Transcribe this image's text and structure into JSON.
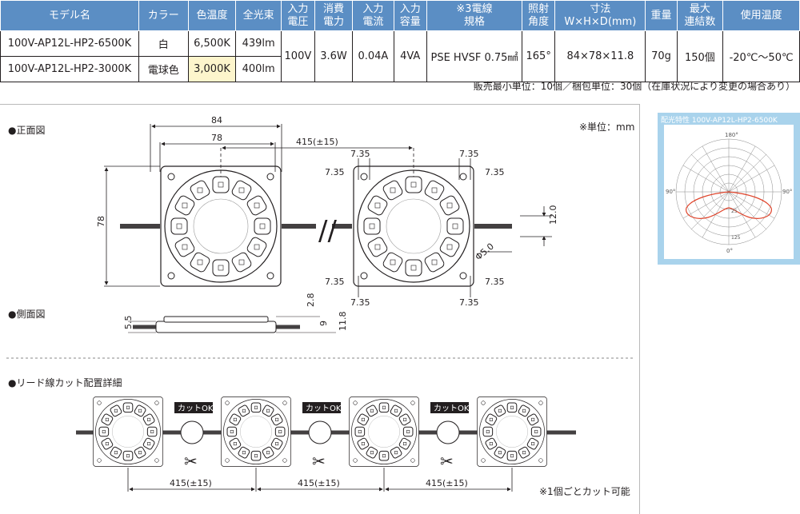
{
  "table": {
    "headers": [
      "モデル名",
      "カラー",
      "色温度",
      "全光束",
      "入力電圧",
      "消費電力",
      "入力電流",
      "入力容量",
      "※3電線規格",
      "照射角度",
      "寸法W×H×D(mm)",
      "重量",
      "最大連結数",
      "使用温度"
    ],
    "headers_split": {
      "voltage": [
        "入力",
        "電圧"
      ],
      "power": [
        "消費",
        "電力"
      ],
      "current": [
        "入力",
        "電流"
      ],
      "capacity": [
        "入力",
        "容量"
      ],
      "wire": [
        "※3電線",
        "規格"
      ],
      "angle": [
        "照射",
        "角度"
      ],
      "size": [
        "寸法",
        "W×H×D(mm)"
      ],
      "max": [
        "最大",
        "連結数"
      ]
    },
    "rows": [
      {
        "model": "100V-AP12L-HP2-6500K",
        "color": "白",
        "temp": "6,500K",
        "lumen": "439lm"
      },
      {
        "model": "100V-AP12L-HP2-3000K",
        "color": "電球色",
        "temp": "3,000K",
        "lumen": "400lm"
      }
    ],
    "shared": {
      "voltage": "100V",
      "power": "3.6W",
      "current": "0.04A",
      "capacity": "4VA",
      "wire": "PSE HVSF 0.75㎟",
      "angle": "165°",
      "size": "84×78×11.8",
      "weight": "70g",
      "max": "150個",
      "temp_range": "-20℃〜50℃"
    }
  },
  "note_top": "販売最小単位：10個／梱包単位：30個（在庫状況により変更の場合あり）",
  "sections": {
    "front": "●正面図",
    "side": "●側面図",
    "lead": "●リード線カット配置詳細"
  },
  "unit_note": "※単位：mm",
  "cut_note": "※1個ごとカット可能",
  "cut_ok": "カットOK",
  "dims": {
    "w84": "84",
    "w78": "78",
    "h78": "78",
    "pitch": "415(±15)",
    "d735": "7.35",
    "d12": "12.0",
    "phi": "Φ5.0",
    "s55": "5.5",
    "s28": "2.8",
    "s9": "9",
    "s118": "11.8"
  },
  "polar": {
    "title": "配光特性 100V-AP12L-HP2-6500K",
    "deg0": "0°",
    "deg90l": "90°",
    "deg90r": "90°",
    "deg180": "180°",
    "r125": "125",
    "r25": "25"
  },
  "colors": {
    "header_bg": "#5b8ec4",
    "highlight": "#fdf5cc",
    "polar_bg": "#a9d3ec",
    "curve": "#e0442b"
  }
}
